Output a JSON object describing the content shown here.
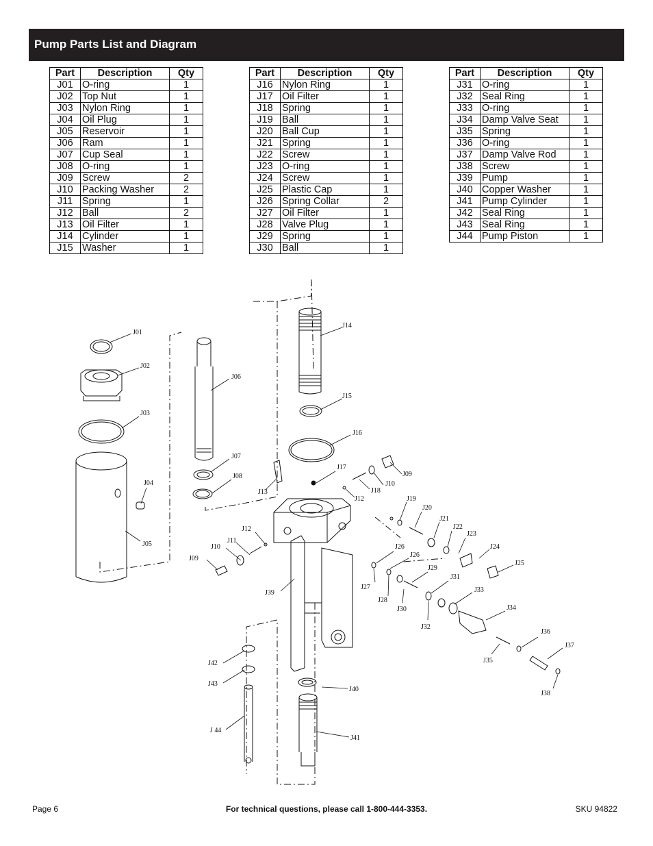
{
  "header": {
    "title": "Pump Parts List and Diagram"
  },
  "columns": {
    "part": "Part",
    "description": "Description",
    "qty": "Qty"
  },
  "tables": [
    [
      {
        "part": "J01",
        "desc": "O-ring",
        "qty": "1"
      },
      {
        "part": "J02",
        "desc": "Top Nut",
        "qty": "1"
      },
      {
        "part": "J03",
        "desc": "Nylon Ring",
        "qty": "1"
      },
      {
        "part": "J04",
        "desc": "Oil Plug",
        "qty": "1"
      },
      {
        "part": "J05",
        "desc": "Reservoir",
        "qty": "1"
      },
      {
        "part": "J06",
        "desc": "Ram",
        "qty": "1"
      },
      {
        "part": "J07",
        "desc": "Cup Seal",
        "qty": "1"
      },
      {
        "part": "J08",
        "desc": "O-ring",
        "qty": "1"
      },
      {
        "part": "J09",
        "desc": "Screw",
        "qty": "2"
      },
      {
        "part": "J10",
        "desc": "Packing Washer",
        "qty": "2"
      },
      {
        "part": "J11",
        "desc": "Spring",
        "qty": "1"
      },
      {
        "part": "J12",
        "desc": "Ball",
        "qty": "2"
      },
      {
        "part": "J13",
        "desc": "Oil Filter",
        "qty": "1"
      },
      {
        "part": "J14",
        "desc": "Cylinder",
        "qty": "1"
      },
      {
        "part": "J15",
        "desc": "Washer",
        "qty": "1"
      }
    ],
    [
      {
        "part": "J16",
        "desc": "Nylon Ring",
        "qty": "1"
      },
      {
        "part": "J17",
        "desc": "Oil Filter",
        "qty": "1"
      },
      {
        "part": "J18",
        "desc": "Spring",
        "qty": "1"
      },
      {
        "part": "J19",
        "desc": "Ball",
        "qty": "1"
      },
      {
        "part": "J20",
        "desc": "Ball Cup",
        "qty": "1"
      },
      {
        "part": "J21",
        "desc": "Spring",
        "qty": "1"
      },
      {
        "part": "J22",
        "desc": "Screw",
        "qty": "1"
      },
      {
        "part": "J23",
        "desc": "O-ring",
        "qty": "1"
      },
      {
        "part": "J24",
        "desc": "Screw",
        "qty": "1"
      },
      {
        "part": "J25",
        "desc": "Plastic Cap",
        "qty": "1"
      },
      {
        "part": "J26",
        "desc": "Spring Collar",
        "qty": "2"
      },
      {
        "part": "J27",
        "desc": "Oil Filter",
        "qty": "1"
      },
      {
        "part": "J28",
        "desc": "Valve Plug",
        "qty": "1"
      },
      {
        "part": "J29",
        "desc": "Spring",
        "qty": "1"
      },
      {
        "part": "J30",
        "desc": "Ball",
        "qty": "1"
      }
    ],
    [
      {
        "part": "J31",
        "desc": "O-ring",
        "qty": "1"
      },
      {
        "part": "J32",
        "desc": "Seal Ring",
        "qty": "1"
      },
      {
        "part": "J33",
        "desc": "O-ring",
        "qty": "1"
      },
      {
        "part": "J34",
        "desc": "Damp Valve Seat",
        "qty": "1"
      },
      {
        "part": "J35",
        "desc": "Spring",
        "qty": "1"
      },
      {
        "part": "J36",
        "desc": "O-ring",
        "qty": "1"
      },
      {
        "part": "J37",
        "desc": "Damp Valve Rod",
        "qty": "1"
      },
      {
        "part": "J38",
        "desc": "Screw",
        "qty": "1"
      },
      {
        "part": "J39",
        "desc": "Pump",
        "qty": "1"
      },
      {
        "part": "J40",
        "desc": "Copper Washer",
        "qty": "1"
      },
      {
        "part": "J41",
        "desc": "Pump Cylinder",
        "qty": "1"
      },
      {
        "part": "J42",
        "desc": "Seal Ring",
        "qty": "1"
      },
      {
        "part": "J43",
        "desc": "Seal Ring",
        "qty": "1"
      },
      {
        "part": "J44",
        "desc": "Pump Piston",
        "qty": "1"
      }
    ]
  ],
  "diagram": {
    "labels": [
      "J01",
      "J02",
      "J03",
      "J04",
      "J05",
      "J06",
      "J07",
      "J08",
      "J09",
      "J10",
      "J11",
      "J12",
      "J13",
      "J14",
      "J15",
      "J16",
      "J17",
      "J18",
      "J12",
      "J10",
      "J09",
      "J19",
      "J20",
      "J21",
      "J22",
      "J23",
      "J24",
      "J25",
      "J26",
      "J26",
      "J27",
      "J28",
      "J29",
      "J30",
      "J31",
      "J32",
      "J33",
      "J34",
      "J35",
      "J36",
      "J37",
      "J38",
      "J39",
      "J40",
      "J41",
      "J42",
      "J43",
      "J 44"
    ]
  },
  "footer": {
    "page": "Page 6",
    "contact": "For technical questions, please call 1-800-444-3353.",
    "sku": "SKU 94822"
  }
}
